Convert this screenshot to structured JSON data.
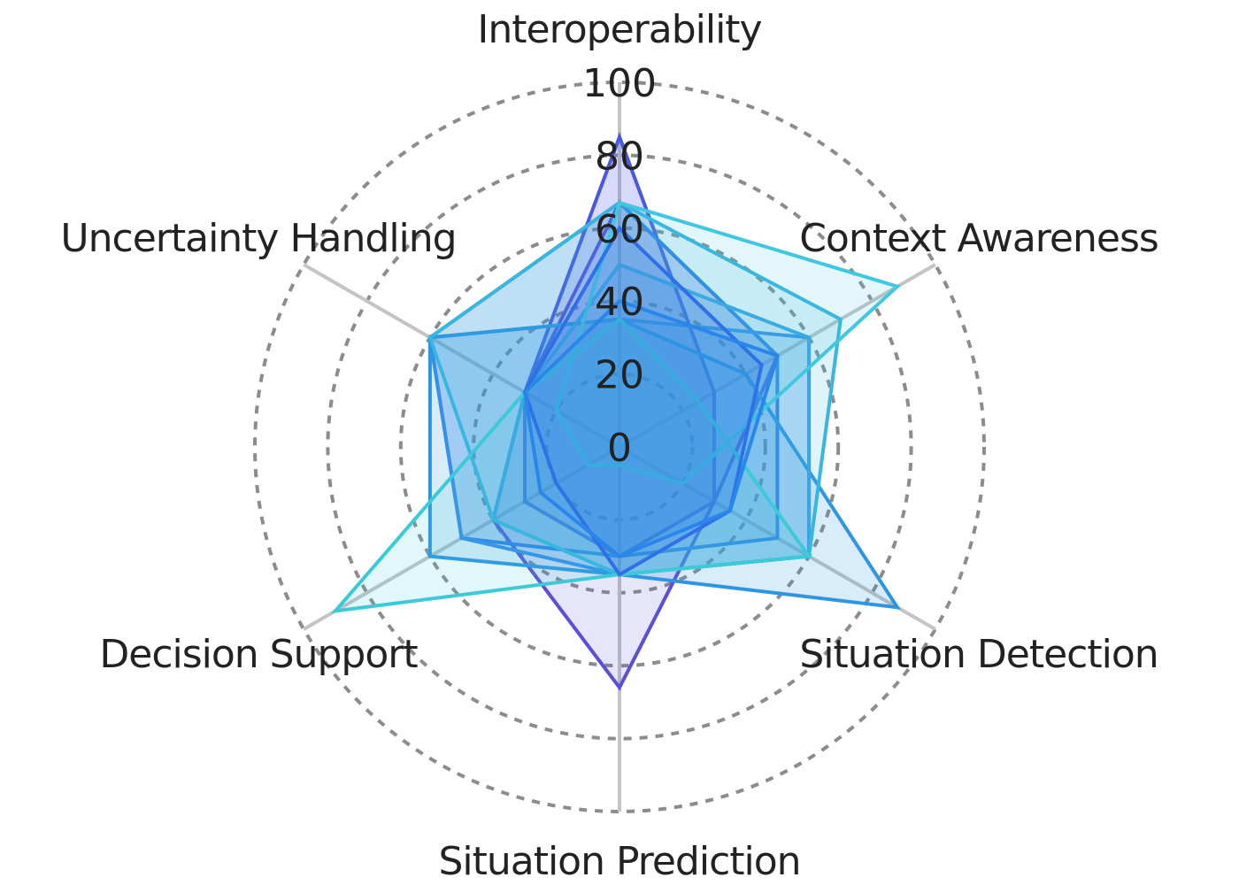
{
  "chart_data": {
    "type": "radar",
    "axes": [
      "Interoperability",
      "Context Awareness",
      "Situation Detection",
      "Situation Prediction",
      "Decision Support",
      "Uncertainty Handling"
    ],
    "rlim": [
      0,
      100
    ],
    "ticks": [
      0,
      20,
      40,
      60,
      80,
      100
    ],
    "tick_labels": [
      "0",
      "20",
      "40",
      "60",
      "80",
      "100"
    ],
    "grid": true,
    "legend": "none",
    "series": [
      {
        "values": [
          85,
          30,
          30,
          30,
          30,
          30
        ],
        "color": "#4a58e0",
        "fill_opacity": 0.22
      },
      {
        "values": [
          67,
          50,
          30,
          66,
          40,
          30
        ],
        "color": "#5a4fd6",
        "fill_opacity": 0.15
      },
      {
        "values": [
          67,
          50,
          50,
          30,
          50,
          60
        ],
        "color": "#2f7fe6",
        "fill_opacity": 0.18
      },
      {
        "values": [
          35,
          60,
          60,
          35,
          50,
          60
        ],
        "color": "#3a8ee8",
        "fill_opacity": 0.18
      },
      {
        "values": [
          35,
          40,
          88,
          35,
          60,
          60
        ],
        "color": "#2d96e2",
        "fill_opacity": 0.18
      },
      {
        "values": [
          50,
          60,
          60,
          35,
          40,
          30
        ],
        "color": "#3ba2e2",
        "fill_opacity": 0.18
      },
      {
        "values": [
          67,
          70,
          60,
          35,
          40,
          60
        ],
        "color": "#38b6e0",
        "fill_opacity": 0.16
      },
      {
        "values": [
          67,
          88,
          20,
          5,
          10,
          20
        ],
        "color": "#40c8e0",
        "fill_opacity": 0.15
      },
      {
        "values": [
          35,
          25,
          60,
          35,
          90,
          30
        ],
        "color": "#3ccad8",
        "fill_opacity": 0.15
      },
      {
        "values": [
          60,
          45,
          35,
          35,
          20,
          30
        ],
        "color": "#2f6fe8",
        "fill_opacity": 0.2
      },
      {
        "values": [
          40,
          50,
          35,
          30,
          25,
          30
        ],
        "color": "#2a86ea",
        "fill_opacity": 0.2
      }
    ]
  }
}
